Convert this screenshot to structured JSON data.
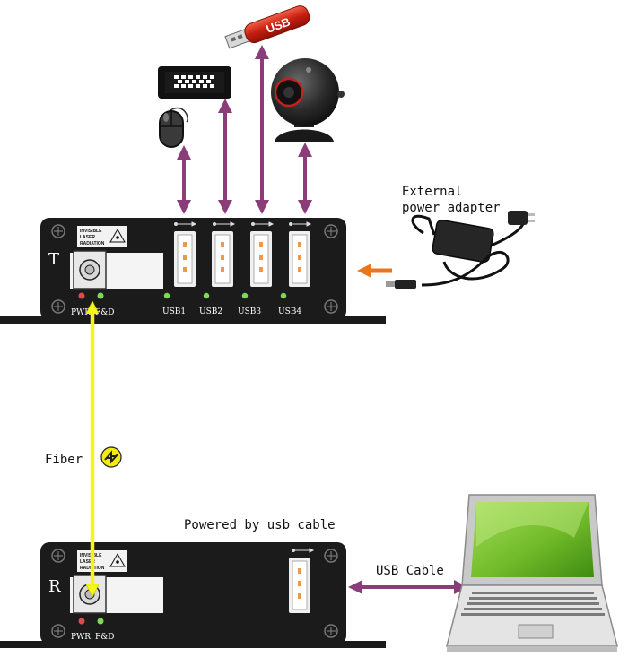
{
  "labels": {
    "external_adapter_line1": "External",
    "external_adapter_line2": "power adapter",
    "fiber": "Fiber",
    "powered_by_usb": "Powered by usb cable",
    "usb_cable": "USB Cable",
    "usb_stick_text": "USB"
  },
  "transmitter": {
    "letter": "T",
    "laser_warning": [
      "INVISIBLE",
      "LASER",
      "RADIATION"
    ],
    "leds": [
      "PWR",
      "F&D"
    ],
    "ports": [
      "USB1",
      "USB2",
      "USB3",
      "USB4"
    ]
  },
  "receiver": {
    "letter": "R",
    "laser_warning": [
      "INVISIBLE",
      "LASER",
      "RADIATION"
    ],
    "leds": [
      "PWR",
      "F&D"
    ]
  },
  "colors": {
    "device_body": "#1b1b1b",
    "arrow_purple": "#8b3d7a",
    "fiber_yellow": "#f5f51a",
    "power_arrow_orange": "#e8761e",
    "usb_stick_red": "#d0281a",
    "laptop_screen_green": "#7dc234",
    "led_green": "#7ed957",
    "led_red": "#e04a4a"
  },
  "icons": [
    "keyboard-icon",
    "mouse-icon",
    "usb-stick-icon",
    "webcam-icon",
    "power-adapter-icon",
    "laptop-icon",
    "laser-warning-icon",
    "fiber-exchange-icon",
    "usb-symbol-icon"
  ]
}
